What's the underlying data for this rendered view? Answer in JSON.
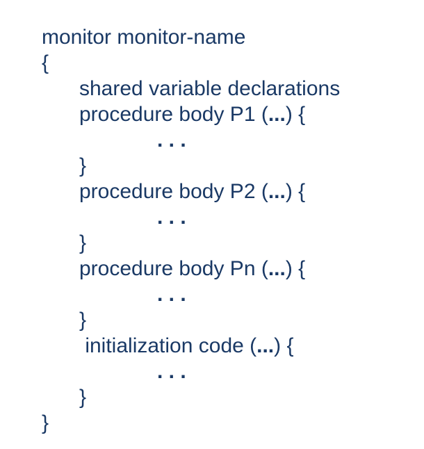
{
  "slide": {
    "background": "#FFFFFF"
  },
  "code": {
    "text_color": "#1A3965",
    "lines": [
      {
        "indent": 0,
        "segments": [
          {
            "text": "monitor monitor-name",
            "bold": false
          }
        ]
      },
      {
        "indent": 0,
        "segments": [
          {
            "text": "{",
            "bold": false
          }
        ]
      },
      {
        "indent": 1,
        "segments": [
          {
            "text": "shared variable declarations",
            "bold": false
          }
        ]
      },
      {
        "indent": 1,
        "segments": [
          {
            "text": "procedure body P1 (",
            "bold": false
          },
          {
            "text": "...",
            "bold": true
          },
          {
            "text": ") {",
            "bold": false
          }
        ]
      },
      {
        "indent": 2,
        "segments": [
          {
            "text": ". . .",
            "bold": true
          }
        ]
      },
      {
        "indent": 1,
        "segments": [
          {
            "text": "}",
            "bold": false
          }
        ]
      },
      {
        "indent": 1,
        "segments": [
          {
            "text": "procedure body P2 (",
            "bold": false
          },
          {
            "text": "...",
            "bold": true
          },
          {
            "text": ") {",
            "bold": false
          }
        ]
      },
      {
        "indent": 2,
        "segments": [
          {
            "text": ". . .",
            "bold": true
          }
        ]
      },
      {
        "indent": 1,
        "segments": [
          {
            "text": "}",
            "bold": false
          }
        ]
      },
      {
        "indent": 1,
        "segments": [
          {
            "text": "procedure body Pn (",
            "bold": false
          },
          {
            "text": "...",
            "bold": true
          },
          {
            "text": ") {",
            "bold": false
          }
        ]
      },
      {
        "indent": 2,
        "segments": [
          {
            "text": ". . .",
            "bold": true
          }
        ]
      },
      {
        "indent": 1,
        "segments": [
          {
            "text": "}",
            "bold": false
          }
        ]
      },
      {
        "indent": 1,
        "segments": [
          {
            "text": " initialization code (",
            "bold": false
          },
          {
            "text": "...",
            "bold": true
          },
          {
            "text": ") {",
            "bold": false
          }
        ]
      },
      {
        "indent": 2,
        "segments": [
          {
            "text": ". . .",
            "bold": true
          }
        ]
      },
      {
        "indent": 1,
        "segments": [
          {
            "text": "}",
            "bold": false
          }
        ]
      },
      {
        "indent": 0,
        "segments": [
          {
            "text": "}",
            "bold": false
          }
        ]
      }
    ]
  }
}
